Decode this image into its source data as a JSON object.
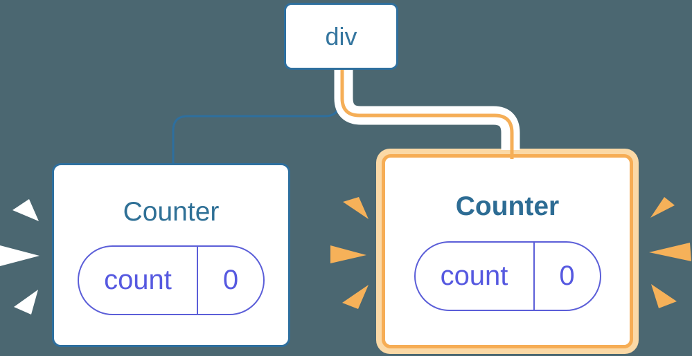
{
  "diagram": {
    "description": "React component tree: a root div element with two Counter child components, each holding a count state of 0; the right Counter instance is highlighted (state updated) with sparks radiating from both cards",
    "background_color": "#4b6771",
    "root": {
      "label": "div"
    },
    "counters": [
      {
        "title": "Counter",
        "state_key": "count",
        "state_value": "0",
        "highlighted": false
      },
      {
        "title": "Counter",
        "state_key": "count",
        "state_value": "0",
        "highlighted": true
      }
    ],
    "colors": {
      "node_border_blue": "#2e6f9e",
      "node_text_blue": "#35769f",
      "counter_title_blue": "#2f7096",
      "state_purple": "#5b5ed8",
      "state_text_purple": "#5659e0",
      "highlight_orange": "#f6ad55",
      "highlight_orange_pale": "#fbd9a6",
      "connector_orange": "#f5ae57",
      "spark_orange": "#f6b159",
      "spark_white": "#ffffff",
      "card_background": "#ffffff"
    },
    "icons": {
      "left_sparks": "spark-icon x3 (white, left of plain Counter card)",
      "middle_sparks": "spark-icon x3 (orange, left of highlighted Counter card)",
      "right_sparks": "spark-icon x3 (orange, right of highlighted Counter card)"
    }
  }
}
